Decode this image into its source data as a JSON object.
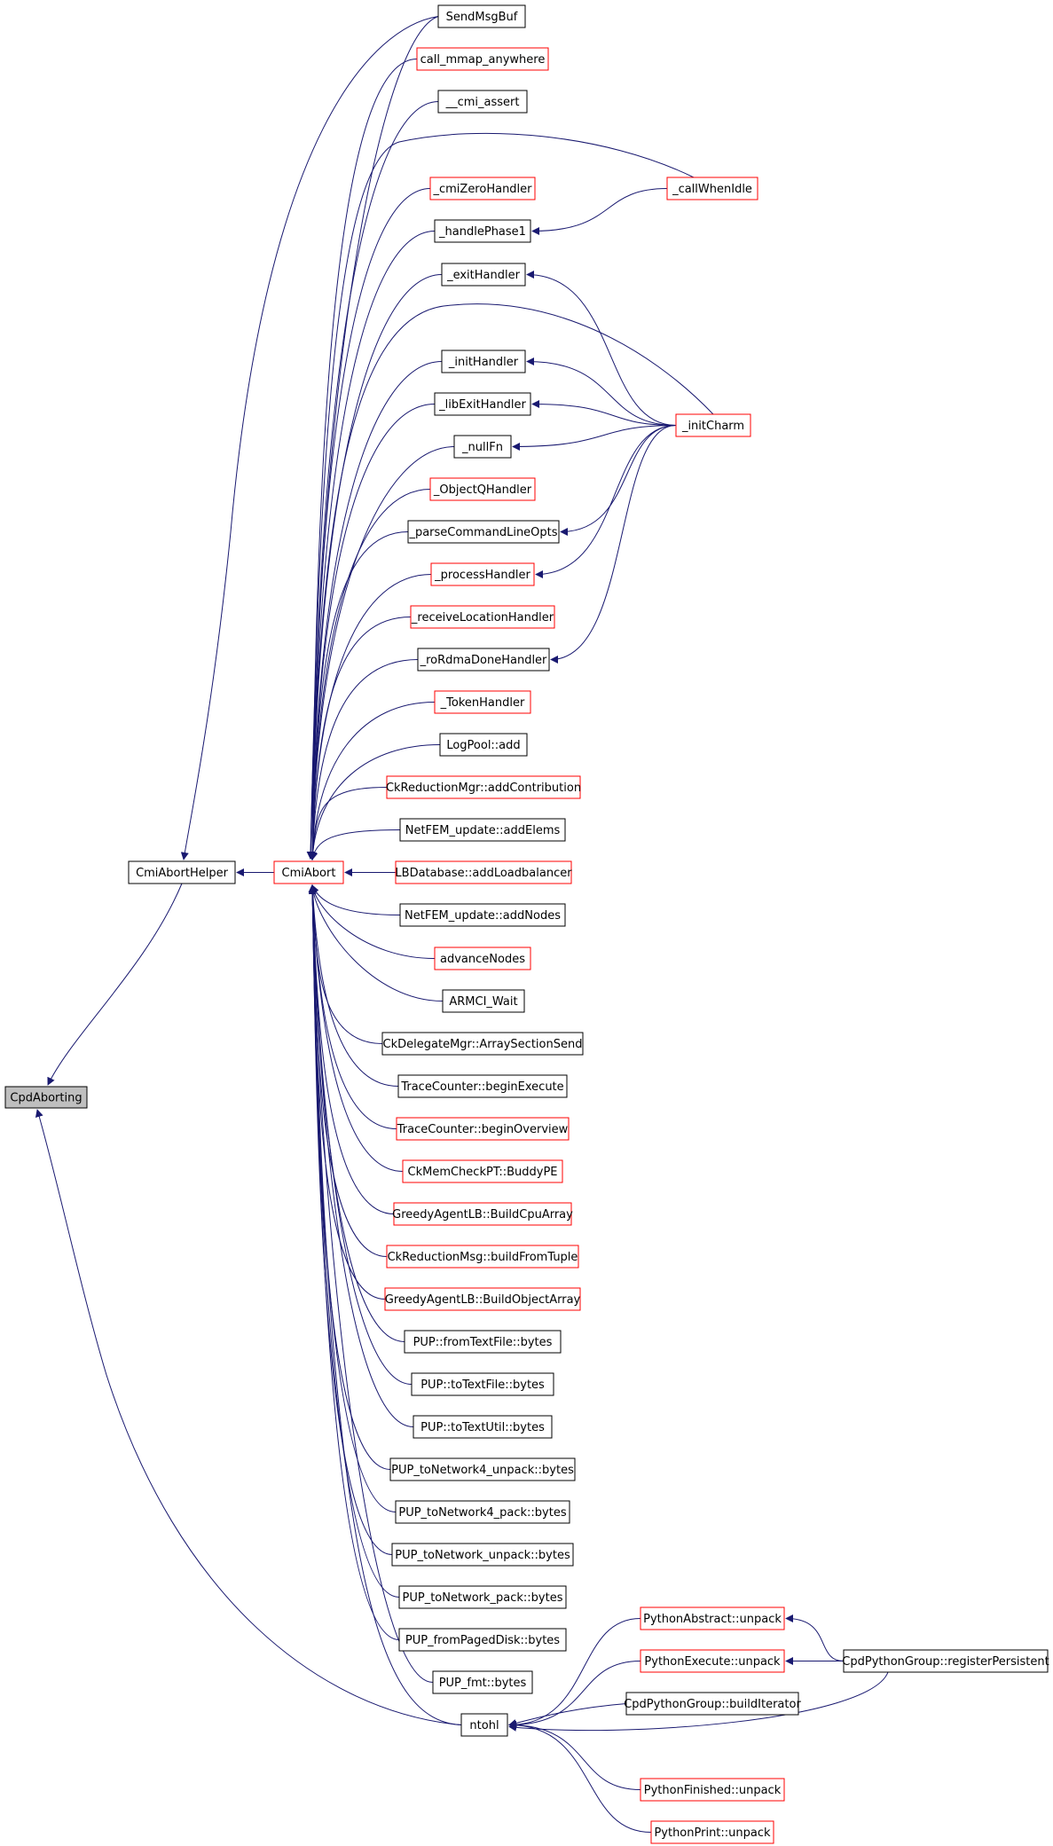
{
  "colors": {
    "edge": "#191970",
    "border_normal": "#000000",
    "border_truncated": "#ff0000",
    "fill_root": "#bfbfbf",
    "fill_normal": "#ffffff"
  },
  "nodes": [
    {
      "id": "cpdaborting",
      "label": "CpdAborting",
      "kind": "root"
    },
    {
      "id": "cmiaborthelper",
      "label": "CmiAbortHelper",
      "kind": "normal"
    },
    {
      "id": "cmiabort",
      "label": "CmiAbort",
      "kind": "truncated"
    },
    {
      "id": "ntohl",
      "label": "ntohl",
      "kind": "normal"
    },
    {
      "id": "sendmsgbuf",
      "label": "SendMsgBuf",
      "kind": "normal"
    },
    {
      "id": "call_mmap_anywhere",
      "label": "call_mmap_anywhere",
      "kind": "truncated"
    },
    {
      "id": "cmi_assert",
      "label": "__cmi_assert",
      "kind": "normal"
    },
    {
      "id": "cmizerohandler",
      "label": "_cmiZeroHandler",
      "kind": "truncated"
    },
    {
      "id": "handlephase1",
      "label": "_handlePhase1",
      "kind": "normal"
    },
    {
      "id": "exithandler",
      "label": "_exitHandler",
      "kind": "normal"
    },
    {
      "id": "inithandler",
      "label": "_initHandler",
      "kind": "normal"
    },
    {
      "id": "libexithandler",
      "label": "_libExitHandler",
      "kind": "normal"
    },
    {
      "id": "nullfn",
      "label": "_nullFn",
      "kind": "normal"
    },
    {
      "id": "objectqhandler",
      "label": "_ObjectQHandler",
      "kind": "truncated"
    },
    {
      "id": "parsecommandlineopts",
      "label": "_parseCommandLineOpts",
      "kind": "normal"
    },
    {
      "id": "processhandler",
      "label": "_processHandler",
      "kind": "truncated"
    },
    {
      "id": "receivelocationhandler",
      "label": "_receiveLocationHandler",
      "kind": "truncated"
    },
    {
      "id": "rordmadonehandler",
      "label": "_roRdmaDoneHandler",
      "kind": "normal"
    },
    {
      "id": "tokenhandler",
      "label": "_TokenHandler",
      "kind": "truncated"
    },
    {
      "id": "logpool_add",
      "label": "LogPool::add",
      "kind": "normal"
    },
    {
      "id": "ckreductionmgr_addcontribution",
      "label": "CkReductionMgr::addContribution",
      "kind": "truncated"
    },
    {
      "id": "netfem_update_addelems",
      "label": "NetFEM_update::addElems",
      "kind": "normal"
    },
    {
      "id": "lbdatabase_addloadbalancer",
      "label": "LBDatabase::addLoadbalancer",
      "kind": "truncated"
    },
    {
      "id": "netfem_update_addnodes",
      "label": "NetFEM_update::addNodes",
      "kind": "normal"
    },
    {
      "id": "advancenodes",
      "label": "advanceNodes",
      "kind": "truncated"
    },
    {
      "id": "armci_wait",
      "label": "ARMCI_Wait",
      "kind": "normal"
    },
    {
      "id": "ckdelegatemgr_arraysectionsend",
      "label": "CkDelegateMgr::ArraySectionSend",
      "kind": "normal"
    },
    {
      "id": "tracecounter_beginexecute",
      "label": "TraceCounter::beginExecute",
      "kind": "normal"
    },
    {
      "id": "tracecounter_beginoverview",
      "label": "TraceCounter::beginOverview",
      "kind": "truncated"
    },
    {
      "id": "ckmemcheckpt_buddype",
      "label": "CkMemCheckPT::BuddyPE",
      "kind": "truncated"
    },
    {
      "id": "greedyagentlb_buildcpuarray",
      "label": "GreedyAgentLB::BuildCpuArray",
      "kind": "truncated"
    },
    {
      "id": "ckreductionmsg_buildfromtuple",
      "label": "CkReductionMsg::buildFromTuple",
      "kind": "truncated"
    },
    {
      "id": "greedyagentlb_buildobjectarray",
      "label": "GreedyAgentLB::BuildObjectArray",
      "kind": "truncated"
    },
    {
      "id": "pup_fromtextfile_bytes",
      "label": "PUP::fromTextFile::bytes",
      "kind": "normal"
    },
    {
      "id": "pup_totextfile_bytes",
      "label": "PUP::toTextFile::bytes",
      "kind": "normal"
    },
    {
      "id": "pup_totextutil_bytes",
      "label": "PUP::toTextUtil::bytes",
      "kind": "normal"
    },
    {
      "id": "pup_tonetwork4_unpack_bytes",
      "label": "PUP_toNetwork4_unpack::bytes",
      "kind": "normal"
    },
    {
      "id": "pup_tonetwork4_pack_bytes",
      "label": "PUP_toNetwork4_pack::bytes",
      "kind": "normal"
    },
    {
      "id": "pup_tonetwork_unpack_bytes",
      "label": "PUP_toNetwork_unpack::bytes",
      "kind": "normal"
    },
    {
      "id": "pup_tonetwork_pack_bytes",
      "label": "PUP_toNetwork_pack::bytes",
      "kind": "normal"
    },
    {
      "id": "pup_frompageddisk_bytes",
      "label": "PUP_fromPagedDisk::bytes",
      "kind": "normal"
    },
    {
      "id": "pup_fmt_bytes",
      "label": "PUP_fmt::bytes",
      "kind": "normal"
    },
    {
      "id": "callwhenidle",
      "label": "_callWhenIdle",
      "kind": "truncated"
    },
    {
      "id": "initcharm",
      "label": "_initCharm",
      "kind": "truncated"
    },
    {
      "id": "pythonabstract_unpack",
      "label": "PythonAbstract::unpack",
      "kind": "truncated"
    },
    {
      "id": "pythonexecute_unpack",
      "label": "PythonExecute::unpack",
      "kind": "truncated"
    },
    {
      "id": "cpdpythongroup_builditerator",
      "label": "CpdPythonGroup::buildIterator",
      "kind": "normal"
    },
    {
      "id": "pythonfinished_unpack",
      "label": "PythonFinished::unpack",
      "kind": "truncated"
    },
    {
      "id": "pythonprint_unpack",
      "label": "PythonPrint::unpack",
      "kind": "truncated"
    },
    {
      "id": "cpdpythongroup_registerpersistent",
      "label": "CpdPythonGroup::registerPersistent",
      "kind": "normal"
    }
  ],
  "edges": [
    {
      "from": "cmiaborthelper",
      "to": "cpdaborting"
    },
    {
      "from": "ntohl",
      "to": "cpdaborting"
    },
    {
      "from": "cmiabort",
      "to": "cmiaborthelper"
    },
    {
      "from": "sendmsgbuf",
      "to": "cmiaborthelper"
    },
    {
      "from": "sendmsgbuf",
      "to": "cmiabort"
    },
    {
      "from": "call_mmap_anywhere",
      "to": "cmiabort"
    },
    {
      "from": "cmi_assert",
      "to": "cmiabort"
    },
    {
      "from": "callwhenidle",
      "to": "cmiabort"
    },
    {
      "from": "cmizerohandler",
      "to": "cmiabort"
    },
    {
      "from": "handlephase1",
      "to": "cmiabort"
    },
    {
      "from": "exithandler",
      "to": "cmiabort"
    },
    {
      "from": "initcharm",
      "to": "cmiabort"
    },
    {
      "from": "inithandler",
      "to": "cmiabort"
    },
    {
      "from": "libexithandler",
      "to": "cmiabort"
    },
    {
      "from": "nullfn",
      "to": "cmiabort"
    },
    {
      "from": "objectqhandler",
      "to": "cmiabort"
    },
    {
      "from": "parsecommandlineopts",
      "to": "cmiabort"
    },
    {
      "from": "processhandler",
      "to": "cmiabort"
    },
    {
      "from": "receivelocationhandler",
      "to": "cmiabort"
    },
    {
      "from": "rordmadonehandler",
      "to": "cmiabort"
    },
    {
      "from": "tokenhandler",
      "to": "cmiabort"
    },
    {
      "from": "logpool_add",
      "to": "cmiabort"
    },
    {
      "from": "ckreductionmgr_addcontribution",
      "to": "cmiabort"
    },
    {
      "from": "netfem_update_addelems",
      "to": "cmiabort"
    },
    {
      "from": "lbdatabase_addloadbalancer",
      "to": "cmiabort"
    },
    {
      "from": "netfem_update_addnodes",
      "to": "cmiabort"
    },
    {
      "from": "advancenodes",
      "to": "cmiabort"
    },
    {
      "from": "armci_wait",
      "to": "cmiabort"
    },
    {
      "from": "ckdelegatemgr_arraysectionsend",
      "to": "cmiabort"
    },
    {
      "from": "tracecounter_beginexecute",
      "to": "cmiabort"
    },
    {
      "from": "tracecounter_beginoverview",
      "to": "cmiabort"
    },
    {
      "from": "ckmemcheckpt_buddype",
      "to": "cmiabort"
    },
    {
      "from": "greedyagentlb_buildcpuarray",
      "to": "cmiabort"
    },
    {
      "from": "ckreductionmsg_buildfromtuple",
      "to": "cmiabort"
    },
    {
      "from": "greedyagentlb_buildobjectarray",
      "to": "cmiabort"
    },
    {
      "from": "pup_fromtextfile_bytes",
      "to": "cmiabort"
    },
    {
      "from": "pup_totextfile_bytes",
      "to": "cmiabort"
    },
    {
      "from": "pup_totextutil_bytes",
      "to": "cmiabort"
    },
    {
      "from": "pup_tonetwork4_unpack_bytes",
      "to": "cmiabort"
    },
    {
      "from": "pup_tonetwork4_pack_bytes",
      "to": "cmiabort"
    },
    {
      "from": "pup_tonetwork_unpack_bytes",
      "to": "cmiabort"
    },
    {
      "from": "pup_tonetwork_pack_bytes",
      "to": "cmiabort"
    },
    {
      "from": "pup_frompageddisk_bytes",
      "to": "cmiabort"
    },
    {
      "from": "pup_fmt_bytes",
      "to": "cmiabort"
    },
    {
      "from": "ntohl",
      "to": "cmiabort"
    },
    {
      "from": "callwhenidle",
      "to": "handlephase1"
    },
    {
      "from": "initcharm",
      "to": "exithandler"
    },
    {
      "from": "initcharm",
      "to": "inithandler"
    },
    {
      "from": "initcharm",
      "to": "libexithandler"
    },
    {
      "from": "initcharm",
      "to": "nullfn"
    },
    {
      "from": "initcharm",
      "to": "parsecommandlineopts"
    },
    {
      "from": "initcharm",
      "to": "processhandler"
    },
    {
      "from": "initcharm",
      "to": "rordmadonehandler"
    },
    {
      "from": "pythonabstract_unpack",
      "to": "ntohl"
    },
    {
      "from": "pythonexecute_unpack",
      "to": "ntohl"
    },
    {
      "from": "cpdpythongroup_builditerator",
      "to": "ntohl"
    },
    {
      "from": "cpdpythongroup_registerpersistent",
      "to": "ntohl"
    },
    {
      "from": "pythonfinished_unpack",
      "to": "ntohl"
    },
    {
      "from": "pythonprint_unpack",
      "to": "ntohl"
    },
    {
      "from": "cpdpythongroup_registerpersistent",
      "to": "pythonabstract_unpack"
    },
    {
      "from": "cpdpythongroup_registerpersistent",
      "to": "pythonexecute_unpack"
    }
  ]
}
